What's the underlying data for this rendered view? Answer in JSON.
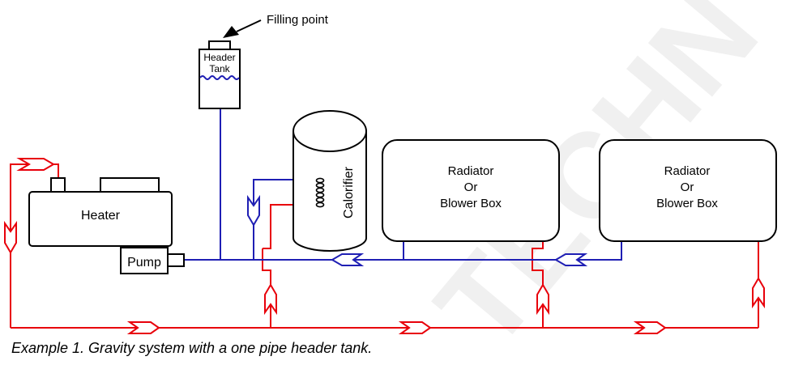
{
  "labels": {
    "filling_point": "Filling point",
    "header_tank_line1": "Header",
    "header_tank_line2": "Tank",
    "heater": "Heater",
    "pump": "Pump",
    "calorifier": "Calorifier",
    "radiator1_line1": "Radiator",
    "radiator1_line2": "Or",
    "radiator1_line3": "Blower Box",
    "radiator2_line1": "Radiator",
    "radiator2_line2": "Or",
    "radiator2_line3": "Blower Box"
  },
  "watermark": "TECHN",
  "caption": "Example 1. Gravity system with a one pipe header tank.",
  "colors": {
    "flow": "#e8000b",
    "return": "#1f1fb4",
    "outline": "#000000",
    "watermark": "#f0f0f0"
  }
}
